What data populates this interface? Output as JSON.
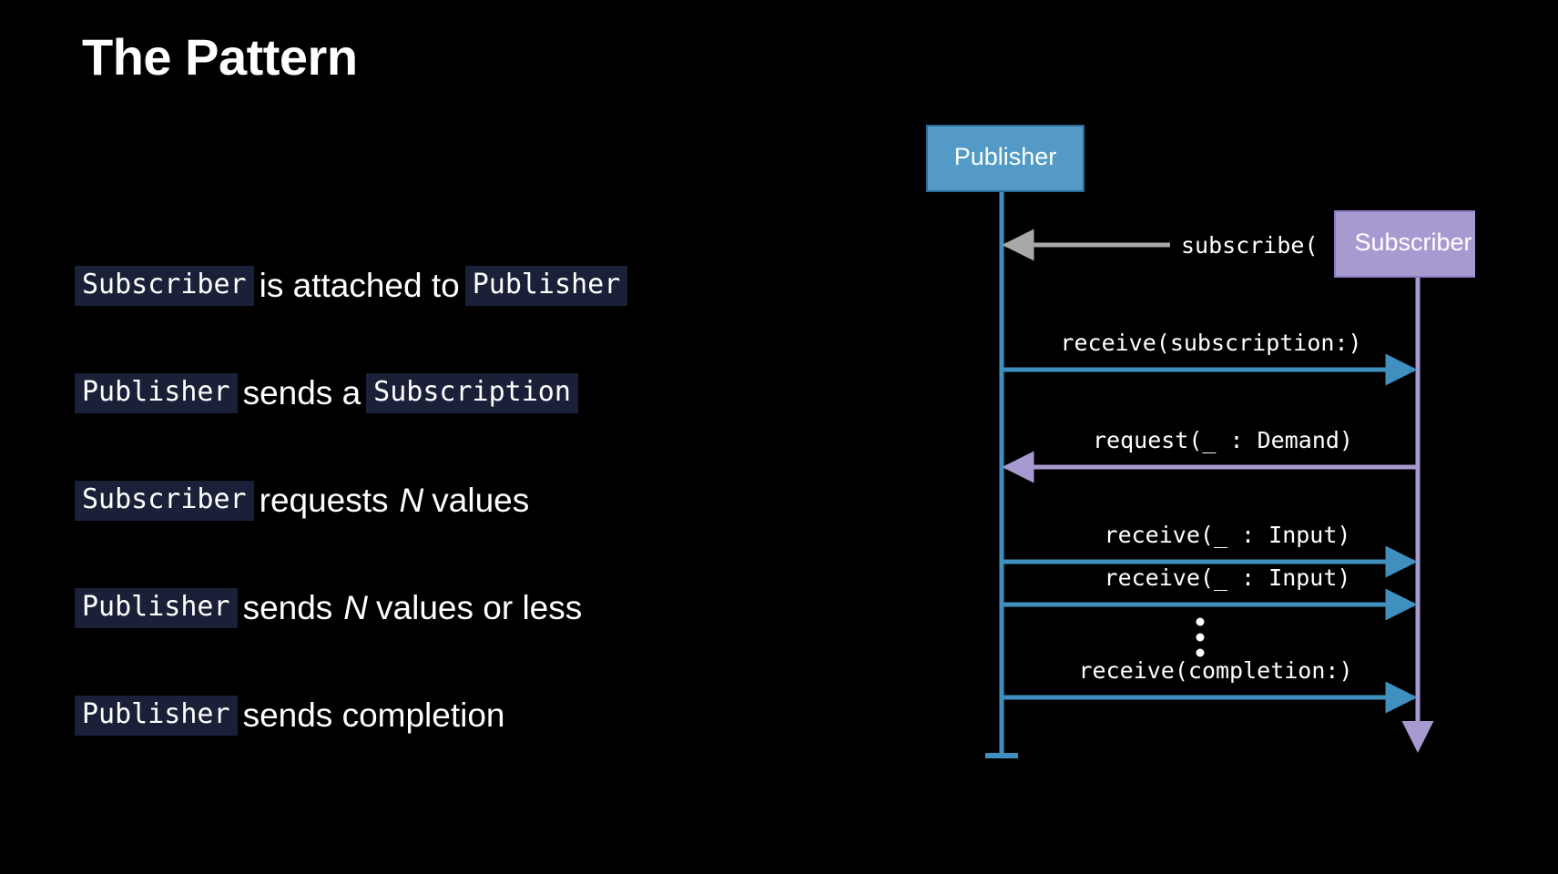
{
  "slide": {
    "title": "The Pattern",
    "background_color": "#000000",
    "text_color": "#ffffff"
  },
  "bullets": [
    {
      "id": "bullet-subscriber-attached",
      "segments": [
        {
          "kind": "code",
          "text": "Subscriber"
        },
        {
          "kind": "plain",
          "text": "is attached to"
        },
        {
          "kind": "code",
          "text": "Publisher"
        }
      ]
    },
    {
      "id": "bullet-publisher-sends-subscription",
      "segments": [
        {
          "kind": "code",
          "text": "Publisher"
        },
        {
          "kind": "plain",
          "text": "sends a"
        },
        {
          "kind": "code",
          "text": "Subscription"
        }
      ]
    },
    {
      "id": "bullet-subscriber-requests-n",
      "segments": [
        {
          "kind": "code",
          "text": "Subscriber"
        },
        {
          "kind": "plain",
          "text": "requests"
        },
        {
          "kind": "ital",
          "text": "N"
        },
        {
          "kind": "plain",
          "text": "values"
        }
      ]
    },
    {
      "id": "bullet-publisher-sends-n-values",
      "segments": [
        {
          "kind": "code",
          "text": "Publisher"
        },
        {
          "kind": "plain",
          "text": "sends"
        },
        {
          "kind": "ital",
          "text": "N"
        },
        {
          "kind": "plain",
          "text": "values or less"
        }
      ]
    },
    {
      "id": "bullet-publisher-sends-completion",
      "segments": [
        {
          "kind": "code",
          "text": "Publisher"
        },
        {
          "kind": "plain",
          "text": "sends completion"
        }
      ]
    }
  ],
  "diagram": {
    "type": "sequence",
    "participants": [
      {
        "id": "publisher",
        "label": "Publisher",
        "fill": "#539ac7",
        "stroke": "#2e6d96",
        "lifeline_color": "#3f8fbf",
        "lifeline_end": "bar"
      },
      {
        "id": "subscriber",
        "label": "Subscriber",
        "fill": "#a79ad0",
        "stroke": "#8a7cc0",
        "lifeline_color": "#a79ad0",
        "lifeline_end": "arrow"
      }
    ],
    "call_prefix": "subscribe(",
    "call_suffix": ")",
    "messages": [
      {
        "id": "msg-subscribe",
        "label": "subscribe(",
        "direction": "right-to-left",
        "color": "#a8a8a8",
        "wraps_participant": true
      },
      {
        "id": "msg-receive-subscription",
        "label": "receive(subscription:)",
        "direction": "left-to-right",
        "color": "#3f8fbf"
      },
      {
        "id": "msg-request-demand",
        "label": "request(_ : Demand)",
        "direction": "right-to-left",
        "color": "#a79ad0"
      },
      {
        "id": "msg-receive-input-1",
        "label": "receive(_ : Input)",
        "direction": "left-to-right",
        "color": "#3f8fbf"
      },
      {
        "id": "msg-receive-input-2",
        "label": "receive(_ : Input)",
        "direction": "left-to-right",
        "color": "#3f8fbf"
      },
      {
        "id": "msg-ellipsis",
        "label": "⋮",
        "direction": "none",
        "color": "#ffffff"
      },
      {
        "id": "msg-receive-completion",
        "label": "receive(completion:)",
        "direction": "left-to-right",
        "color": "#3f8fbf"
      }
    ]
  }
}
